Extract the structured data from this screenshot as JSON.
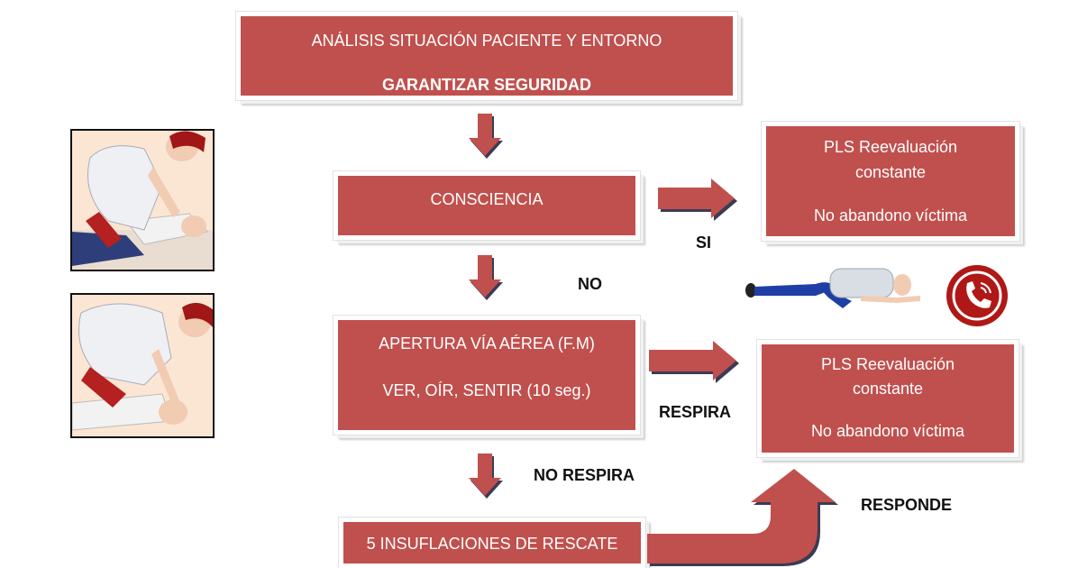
{
  "boxes": {
    "analisis": {
      "line1": "ANÁLISIS SITUACIÓN PACIENTE Y ENTORNO",
      "line2": "GARANTIZAR SEGURIDAD"
    },
    "consciencia": {
      "text": "CONSCIENCIA"
    },
    "pls_top": {
      "line1": "PLS Reevaluación",
      "line2": "constante",
      "line3": "No abandono víctima"
    },
    "apertura": {
      "line1": "APERTURA VÍA AÉREA (F.M)",
      "line2": "VER, OÍR, SENTIR (10 seg.)"
    },
    "pls_bottom": {
      "line1": "PLS Reevaluación",
      "line2": "constante",
      "line3": "No abandono víctima"
    },
    "insuflaciones": {
      "text": "5 INSUFLACIONES DE RESCATE"
    }
  },
  "labels": {
    "si": "SI",
    "no": "NO",
    "respira": "RESPIRA",
    "no_respira": "NO RESPIRA",
    "responde": "RESPONDE"
  },
  "colors": {
    "box": "#c0504d",
    "arrow": "#c0504d",
    "arrow_shadow": "#3b3b55"
  },
  "icons": [
    "person-checking-consciousness-illustration",
    "airway-opening-illustration",
    "recovery-position-figure",
    "emergency-phone-icon"
  ]
}
